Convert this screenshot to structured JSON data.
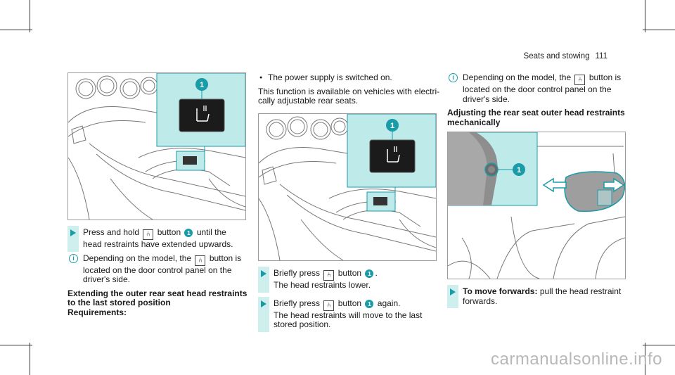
{
  "header": {
    "section": "Seats and stowing",
    "page": "111"
  },
  "col1": {
    "step1_prefix": "Press and hold",
    "step1_mid": "button",
    "step1_suffix": "until the",
    "step1_line2": "head restraints have extended upwards.",
    "info_prefix": "Depending on the model, the",
    "info_suffix": "button is",
    "info_line2": "located on the door control panel on the",
    "info_line3": "driver's side.",
    "heading_line1": "Extending the outer rear seat head restraints",
    "heading_line2": "to the last stored position",
    "requirements": "Requirements:"
  },
  "col2": {
    "bullet": "The power supply is switched on.",
    "para_line1": "This function is available on vehicles with electri-",
    "para_line2": "cally adjustable rear seats.",
    "step1_prefix": "Briefly press",
    "step1_mid": "button",
    "step1_suffix": ".",
    "step1_line2": "The head restraints lower.",
    "step2_prefix": "Briefly press",
    "step2_mid": "button",
    "step2_suffix": "again.",
    "step2_line2": "The head restraints will move to the last",
    "step2_line3": "stored position."
  },
  "col3": {
    "info_prefix": "Depending on the model, the",
    "info_suffix": "button is",
    "info_line2": "located on the door control panel on the",
    "info_line3": "driver's side.",
    "heading_line1": "Adjusting the rear seat outer head restraints",
    "heading_line2": "mechanically",
    "step_bold": "To move forwards:",
    "step_text": "pull the head restraint",
    "step_line2": "forwards."
  },
  "callout_number": "1",
  "button_glyph": "⑃",
  "info_glyph": "i",
  "watermark": "carmanualsonline.info",
  "colors": {
    "accent": "#1a9ba8",
    "highlight": "#bfeaea",
    "step_bar": "#cfeeee"
  }
}
